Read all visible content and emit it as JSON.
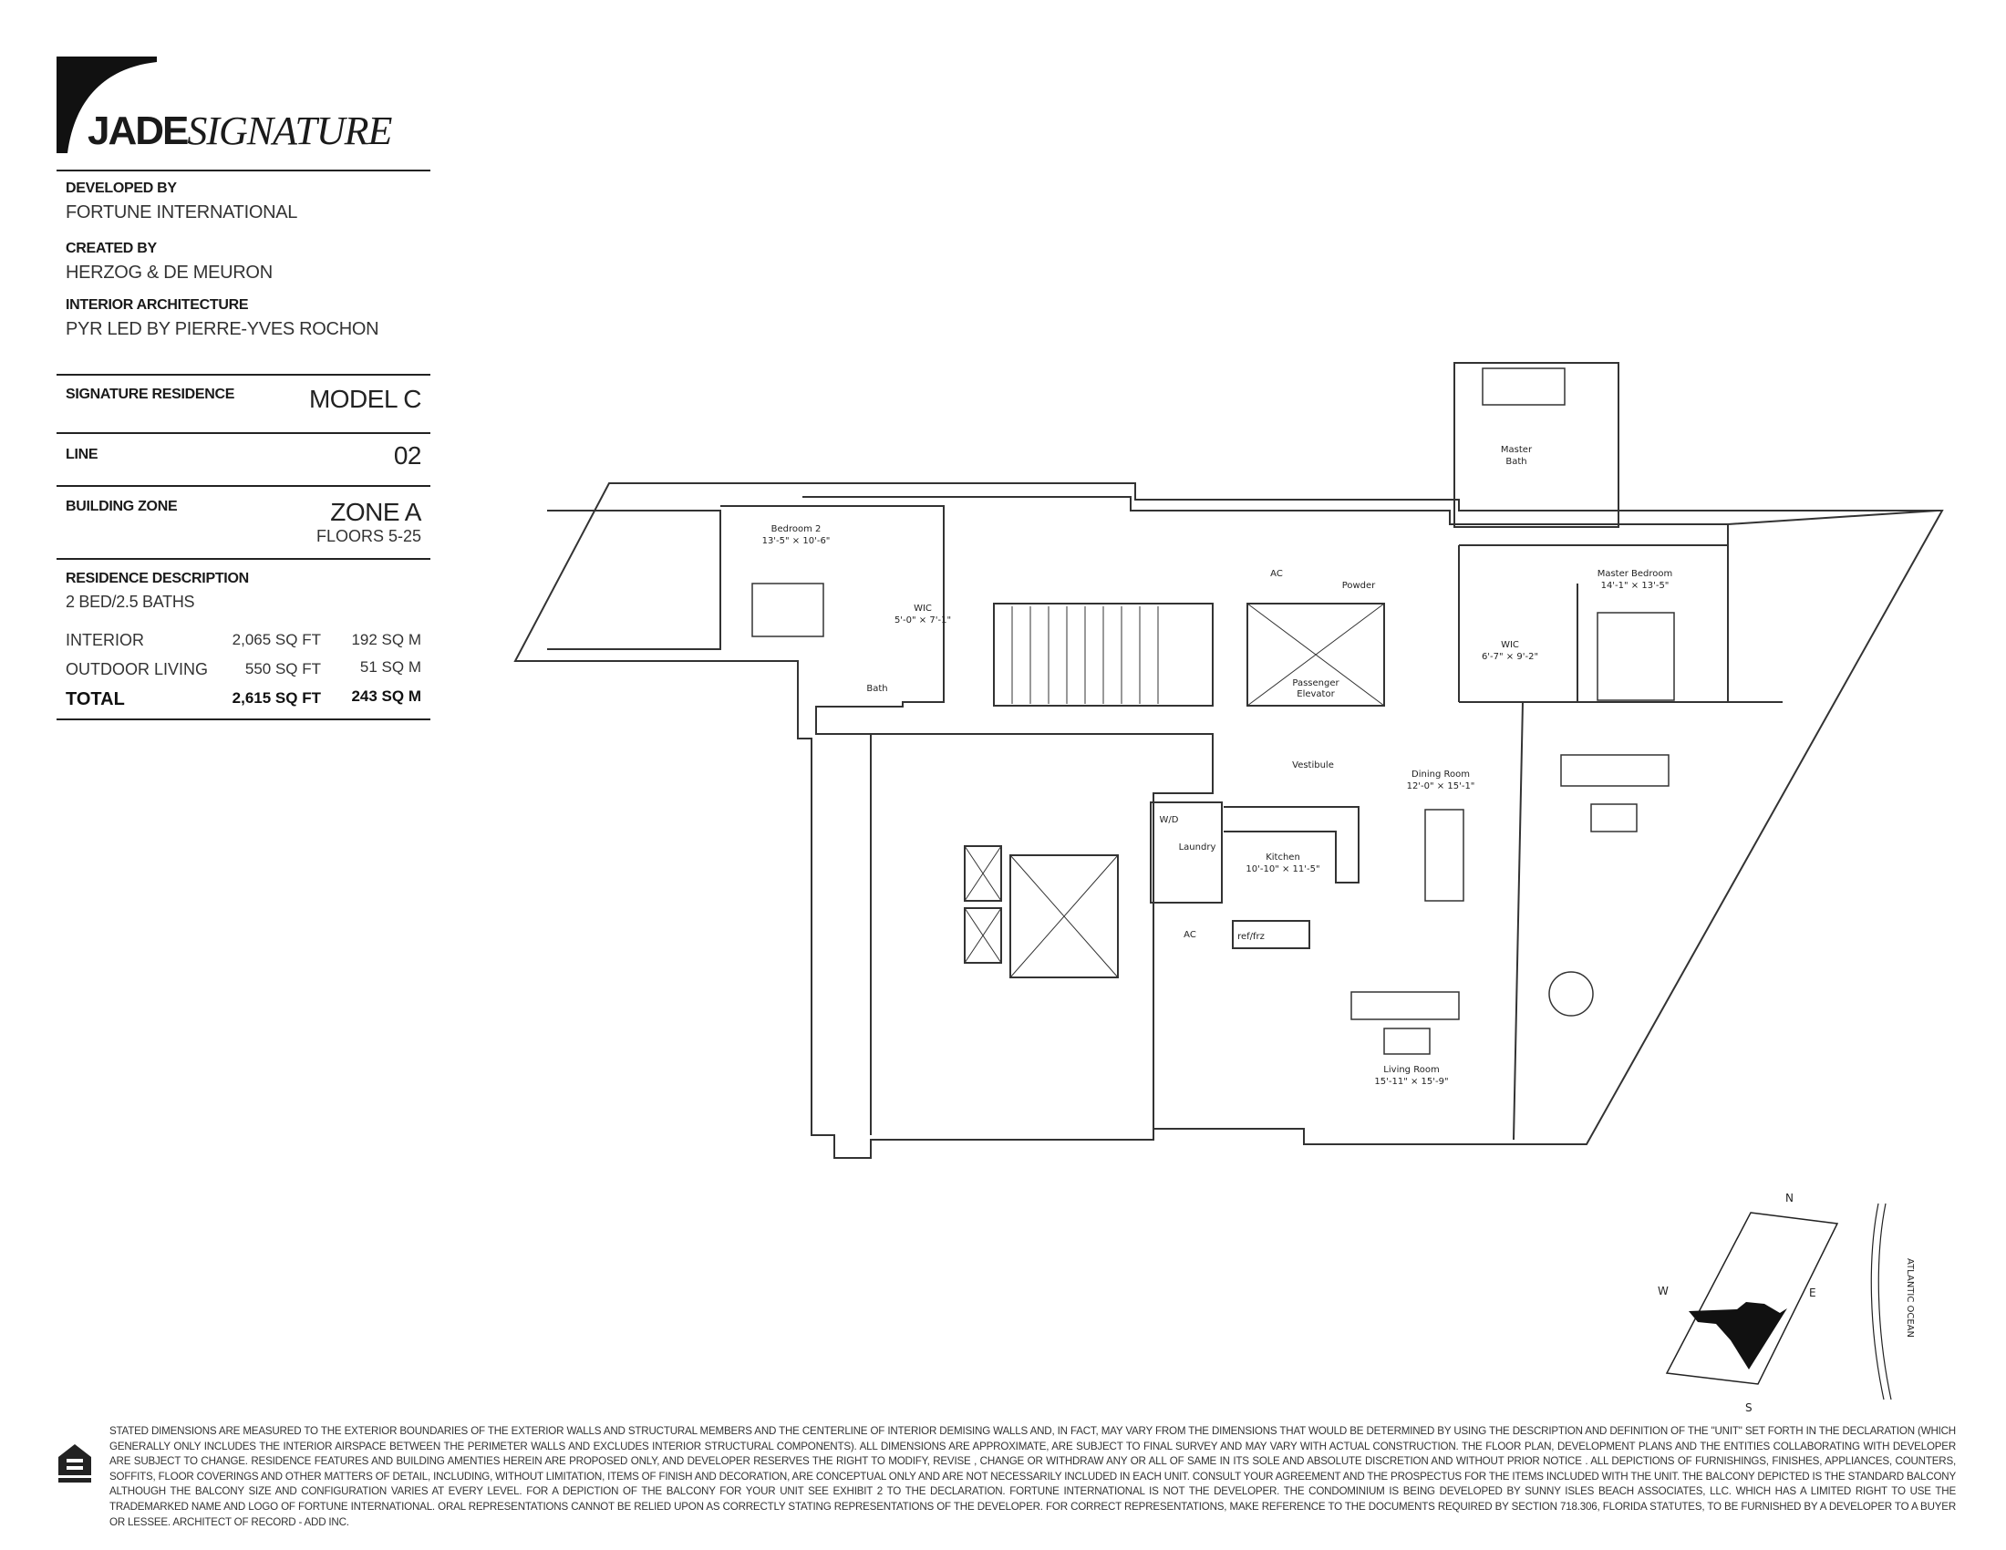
{
  "brand": {
    "name_bold": "JADE",
    "name_italic": "SIGNATURE"
  },
  "credits": [
    {
      "label": "DEVELOPED BY",
      "value": "FORTUNE INTERNATIONAL"
    },
    {
      "label": "CREATED BY",
      "value": "HERZOG & DE MEURON"
    },
    {
      "label": "INTERIOR ARCHITECTURE",
      "value": "PYR LED BY PIERRE-YVES ROCHON"
    }
  ],
  "residence": {
    "type_label": "SIGNATURE RESIDENCE",
    "type_value": "MODEL C",
    "line_label": "LINE",
    "line_value": "02",
    "zone_label": "BUILDING ZONE",
    "zone_value": "ZONE A",
    "floors": "FLOORS 5-25",
    "description_label": "RESIDENCE DESCRIPTION",
    "description_value": "2 BED/2.5 BATHS"
  },
  "areas": [
    {
      "label": "INTERIOR",
      "sqft": "2,065 SQ FT",
      "sqm": "192 SQ M"
    },
    {
      "label": "OUTDOOR LIVING",
      "sqft": "550 SQ FT",
      "sqm": "51 SQ M"
    }
  ],
  "total": {
    "label": "TOTAL",
    "sqft": "2,615 SQ FT",
    "sqm": "243 SQ M"
  },
  "rooms": {
    "master_bath": [
      "Master",
      "Bath"
    ],
    "bedroom2": [
      "Bedroom 2",
      "13'-5\" × 10'-6\""
    ],
    "wic_left": [
      "WIC",
      "5'-0\" × 7'-1\""
    ],
    "bath": "Bath",
    "ac_top": "AC",
    "powder": "Powder",
    "elevator": [
      "Passenger",
      "Elevator"
    ],
    "master_bedroom": [
      "Master Bedroom",
      "14'-1\" × 13'-5\""
    ],
    "wic_right": [
      "WIC",
      "6'-7\" × 9'-2\""
    ],
    "vestibule": "Vestibule",
    "dining": [
      "Dining Room",
      "12'-0\" × 15'-1\""
    ],
    "wd": "W/D",
    "laundry": "Laundry",
    "kitchen": [
      "Kitchen",
      "10'-10\" × 11'-5\""
    ],
    "ac_bottom": "AC",
    "ref": "ref/frz",
    "living": [
      "Living Room",
      "15'-11\" × 15'-9\""
    ]
  },
  "compass": {
    "n": "N",
    "s": "S",
    "e": "E",
    "w": "W",
    "ocean": "ATLANTIC OCEAN"
  },
  "disclaimer": "STATED DIMENSIONS ARE MEASURED TO THE EXTERIOR BOUNDARIES OF THE EXTERIOR WALLS AND STRUCTURAL MEMBERS AND THE CENTERLINE OF INTERIOR DEMISING WALLS AND, IN FACT, MAY VARY FROM THE DIMENSIONS THAT WOULD BE DETERMINED BY USING THE DESCRIPTION AND DEFINITION OF THE \"UNIT\" SET FORTH IN THE DECLARATION (WHICH GENERALLY ONLY INCLUDES THE INTERIOR AIRSPACE BETWEEN THE PERIMETER WALLS AND EXCLUDES INTERIOR STRUCTURAL COMPONENTS). ALL DIMENSIONS ARE APPROXIMATE, ARE SUBJECT TO FINAL SURVEY AND MAY VARY WITH ACTUAL CONSTRUCTION. THE FLOOR PLAN, DEVELOPMENT PLANS AND THE ENTITIES COLLABORATING WITH DEVELOPER ARE SUBJECT TO CHANGE. RESIDENCE FEATURES AND BUILDING AMENTIES HEREIN ARE PROPOSED ONLY, AND DEVELOPER RESERVES THE RIGHT TO MODIFY, REVISE , CHANGE OR WITHDRAW ANY OR ALL OF SAME IN ITS SOLE AND ABSOLUTE DISCRETION AND WITHOUT PRIOR NOTICE . ALL DEPICTIONS OF FURNISHINGS, FINISHES, APPLIANCES, COUNTERS, SOFFITS, FLOOR COVERINGS AND OTHER MATTERS OF DETAIL, INCLUDING, WITHOUT LIMITATION, ITEMS OF FINISH AND DECORATION, ARE CONCEPTUAL ONLY AND ARE NOT NECESSARILY INCLUDED IN EACH UNIT. CONSULT YOUR AGREEMENT AND THE PROSPECTUS FOR THE ITEMS INCLUDED WITH THE UNIT. THE BALCONY DEPICTED IS THE STANDARD BALCONY ALTHOUGH THE BALCONY SIZE AND CONFIGURATION VARIES AT EVERY LEVEL. FOR A DEPICTION OF THE BALCONY FOR YOUR UNIT SEE EXHIBIT 2 TO THE DECLARATION. FORTUNE INTERNATIONAL IS NOT THE DEVELOPER. THE CONDOMINIUM IS BEING DEVELOPED BY SUNNY ISLES BEACH ASSOCIATES, LLC. WHICH HAS A LIMITED RIGHT TO USE THE TRADEMARKED NAME AND LOGO OF FORTUNE INTERNATIONAL. ORAL REPRESENTATIONS CANNOT BE RELIED UPON AS CORRECTLY STATING REPRESENTATIONS OF THE DEVELOPER. FOR CORRECT REPRESENTATIONS, MAKE REFERENCE TO THE DOCUMENTS REQUIRED BY SECTION 718.306, FLORIDA STATUTES, TO BE FURNISHED BY A DEVELOPER TO A BUYER OR LESSEE. ARCHITECT OF RECORD - ADD INC."
}
